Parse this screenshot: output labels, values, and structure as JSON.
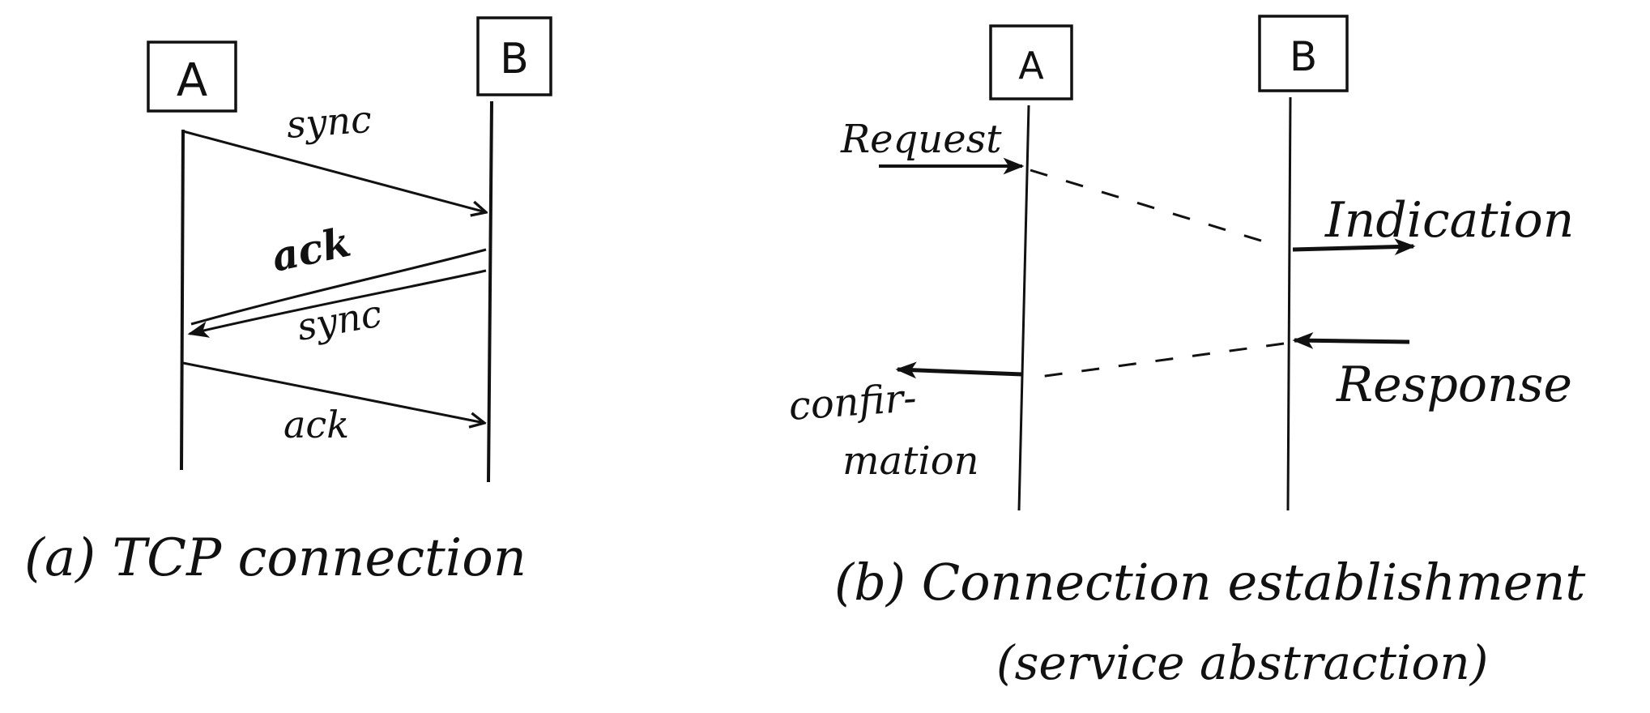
{
  "panel_a": {
    "entity_a": "A",
    "entity_b": "B",
    "msg_sync_1": "sync",
    "msg_ack_1": "ack",
    "msg_sync_2": "sync",
    "msg_ack_2": "ack",
    "caption": "(a) TCP connection"
  },
  "panel_b": {
    "entity_a": "A",
    "entity_b": "B",
    "request": "Request",
    "indication": "Indication",
    "response": "Response",
    "confirmation_line1": "confir-",
    "confirmation_line2": "mation",
    "caption_line1": "(b) Connection establishment",
    "caption_line2": "(service abstraction)"
  },
  "colors": {
    "ink": "#111111",
    "paper": "#ffffff"
  }
}
